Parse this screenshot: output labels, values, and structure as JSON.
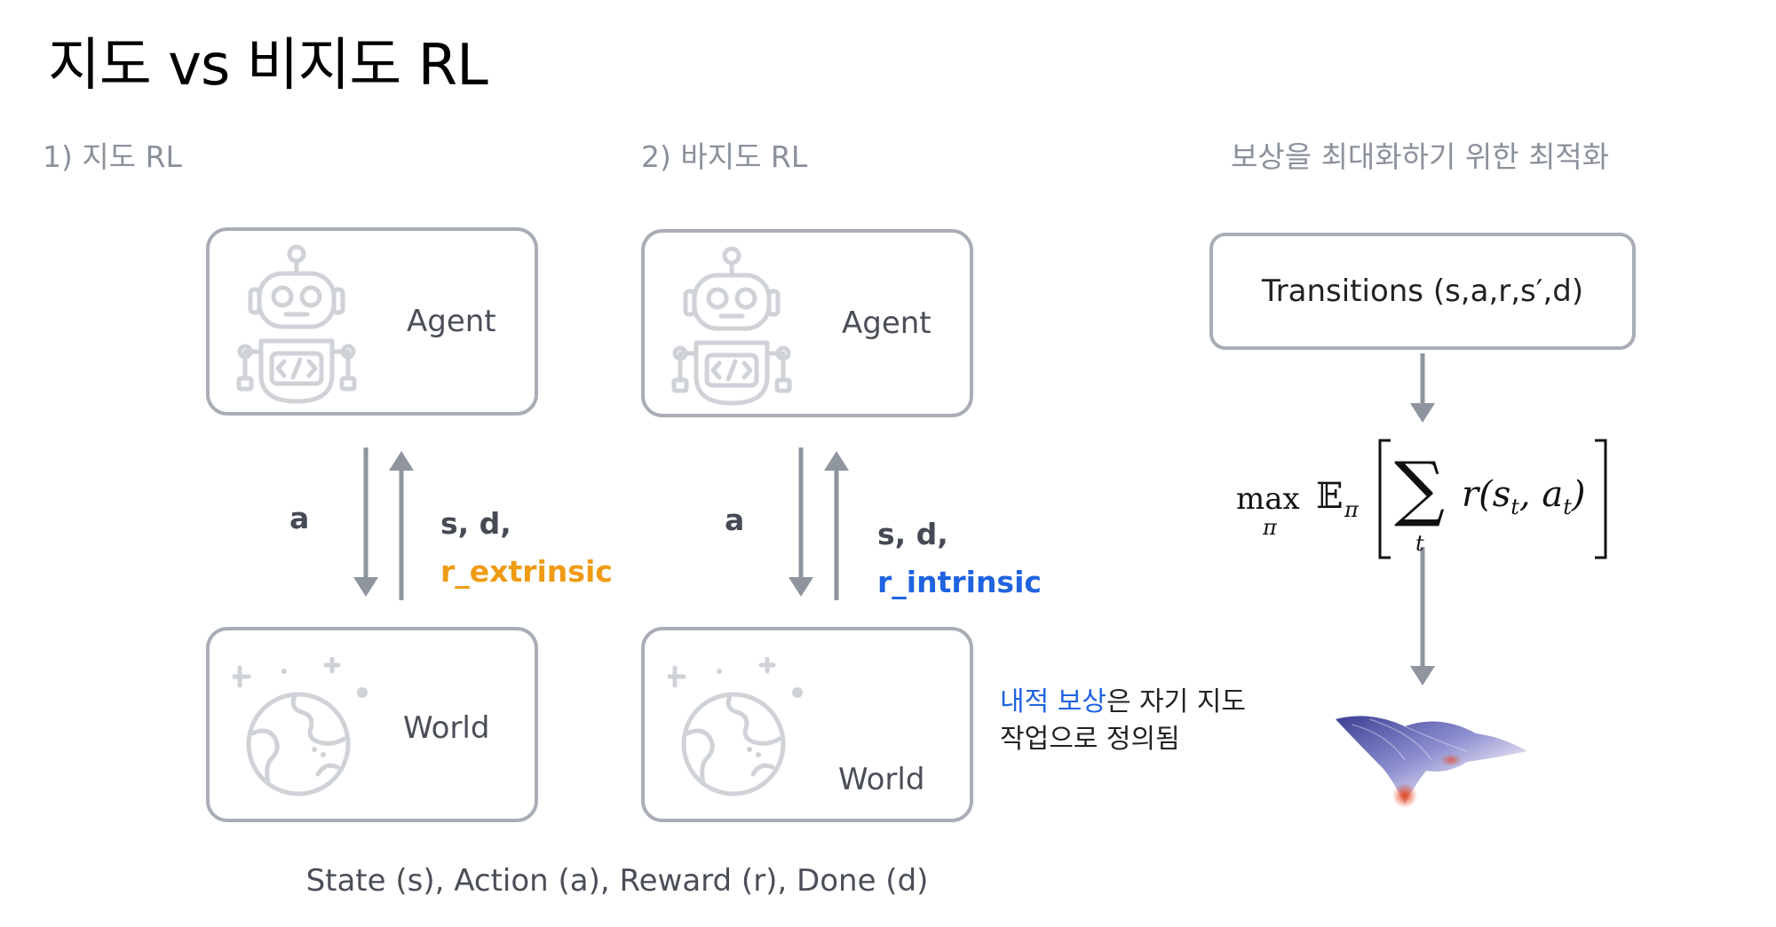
{
  "title": "지도 vs 비지도 RL",
  "sections": {
    "supervised": "1) 지도 RL",
    "unsupervised": "2) 바지도 RL",
    "optimization": "보상을 최대화하기 위한 최적화"
  },
  "diagram1": {
    "agent_label": "Agent",
    "world_label": "World",
    "action_label": "a",
    "obs_label": "s, d,",
    "reward_label": "r_extrinsic"
  },
  "diagram2": {
    "agent_label": "Agent",
    "world_label": "World",
    "action_label": "a",
    "obs_label": "s, d,",
    "reward_label": "r_intrinsic"
  },
  "optimization": {
    "transitions_label": "Transitions (s,a,r,s′,d)",
    "formula": {
      "max": "max",
      "max_sub": "π",
      "expect": "𝔼",
      "expect_sub": "π",
      "sum": "∑",
      "sum_sub": "t",
      "body": "r(s",
      "s_sub": "t",
      "comma": ", a",
      "a_sub": "t",
      "close": ")"
    }
  },
  "note": {
    "highlight": "내적 보상",
    "rest_line1": "은 자기 지도",
    "line2": "작업으로 정의됨"
  },
  "footer": "State (s), Action (a), Reward (r), Done (d)",
  "colors": {
    "box_border": "#a9aeb6",
    "arrow": "#8e959f",
    "extrinsic": "#ef9b13",
    "intrinsic": "#1f63e0",
    "icon": "#cfd2d7"
  }
}
